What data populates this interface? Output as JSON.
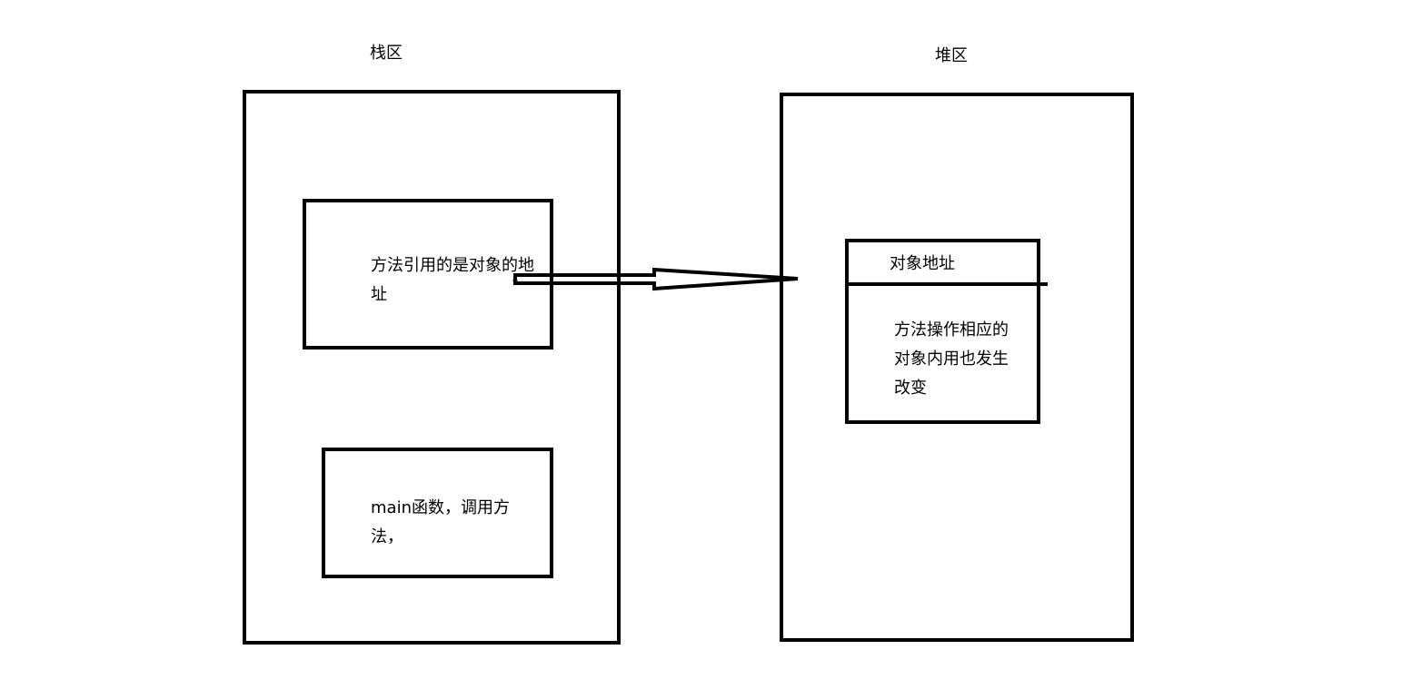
{
  "regions": {
    "stack": {
      "title": "栈区",
      "method_frame_text": "方法引用的是对象的地址",
      "main_frame_text": "main函数，调用方法，"
    },
    "heap": {
      "title": "堆区",
      "object_header": "对象地址",
      "object_body": "方法操作相应的对象内用也发生改变"
    }
  },
  "colors": {
    "stroke": "#000000",
    "background": "#ffffff"
  }
}
